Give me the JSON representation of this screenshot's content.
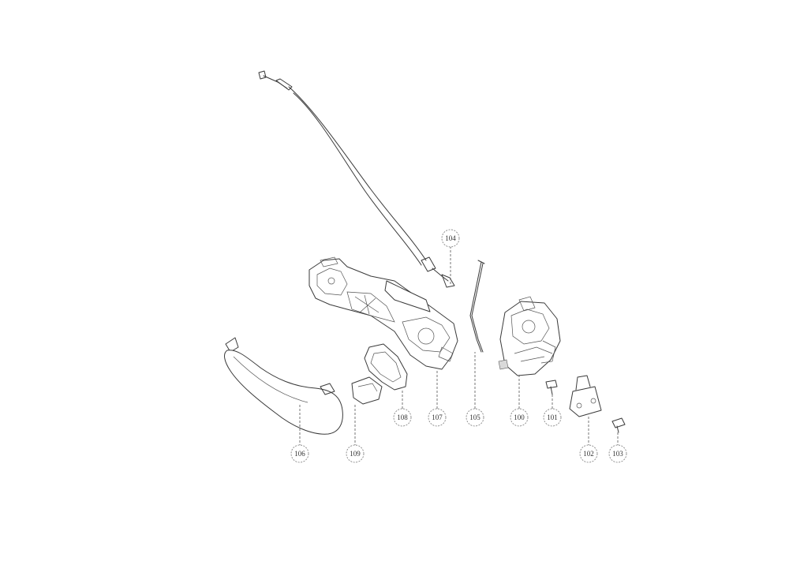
{
  "callouts": [
    {
      "id": "c100",
      "label": "100"
    },
    {
      "id": "c101",
      "label": "101"
    },
    {
      "id": "c102",
      "label": "102"
    },
    {
      "id": "c103",
      "label": "103"
    },
    {
      "id": "c104",
      "label": "104"
    },
    {
      "id": "c105",
      "label": "105"
    },
    {
      "id": "c106",
      "label": "106"
    },
    {
      "id": "c107",
      "label": "107"
    },
    {
      "id": "c108",
      "label": "108"
    },
    {
      "id": "c109",
      "label": "109"
    }
  ]
}
